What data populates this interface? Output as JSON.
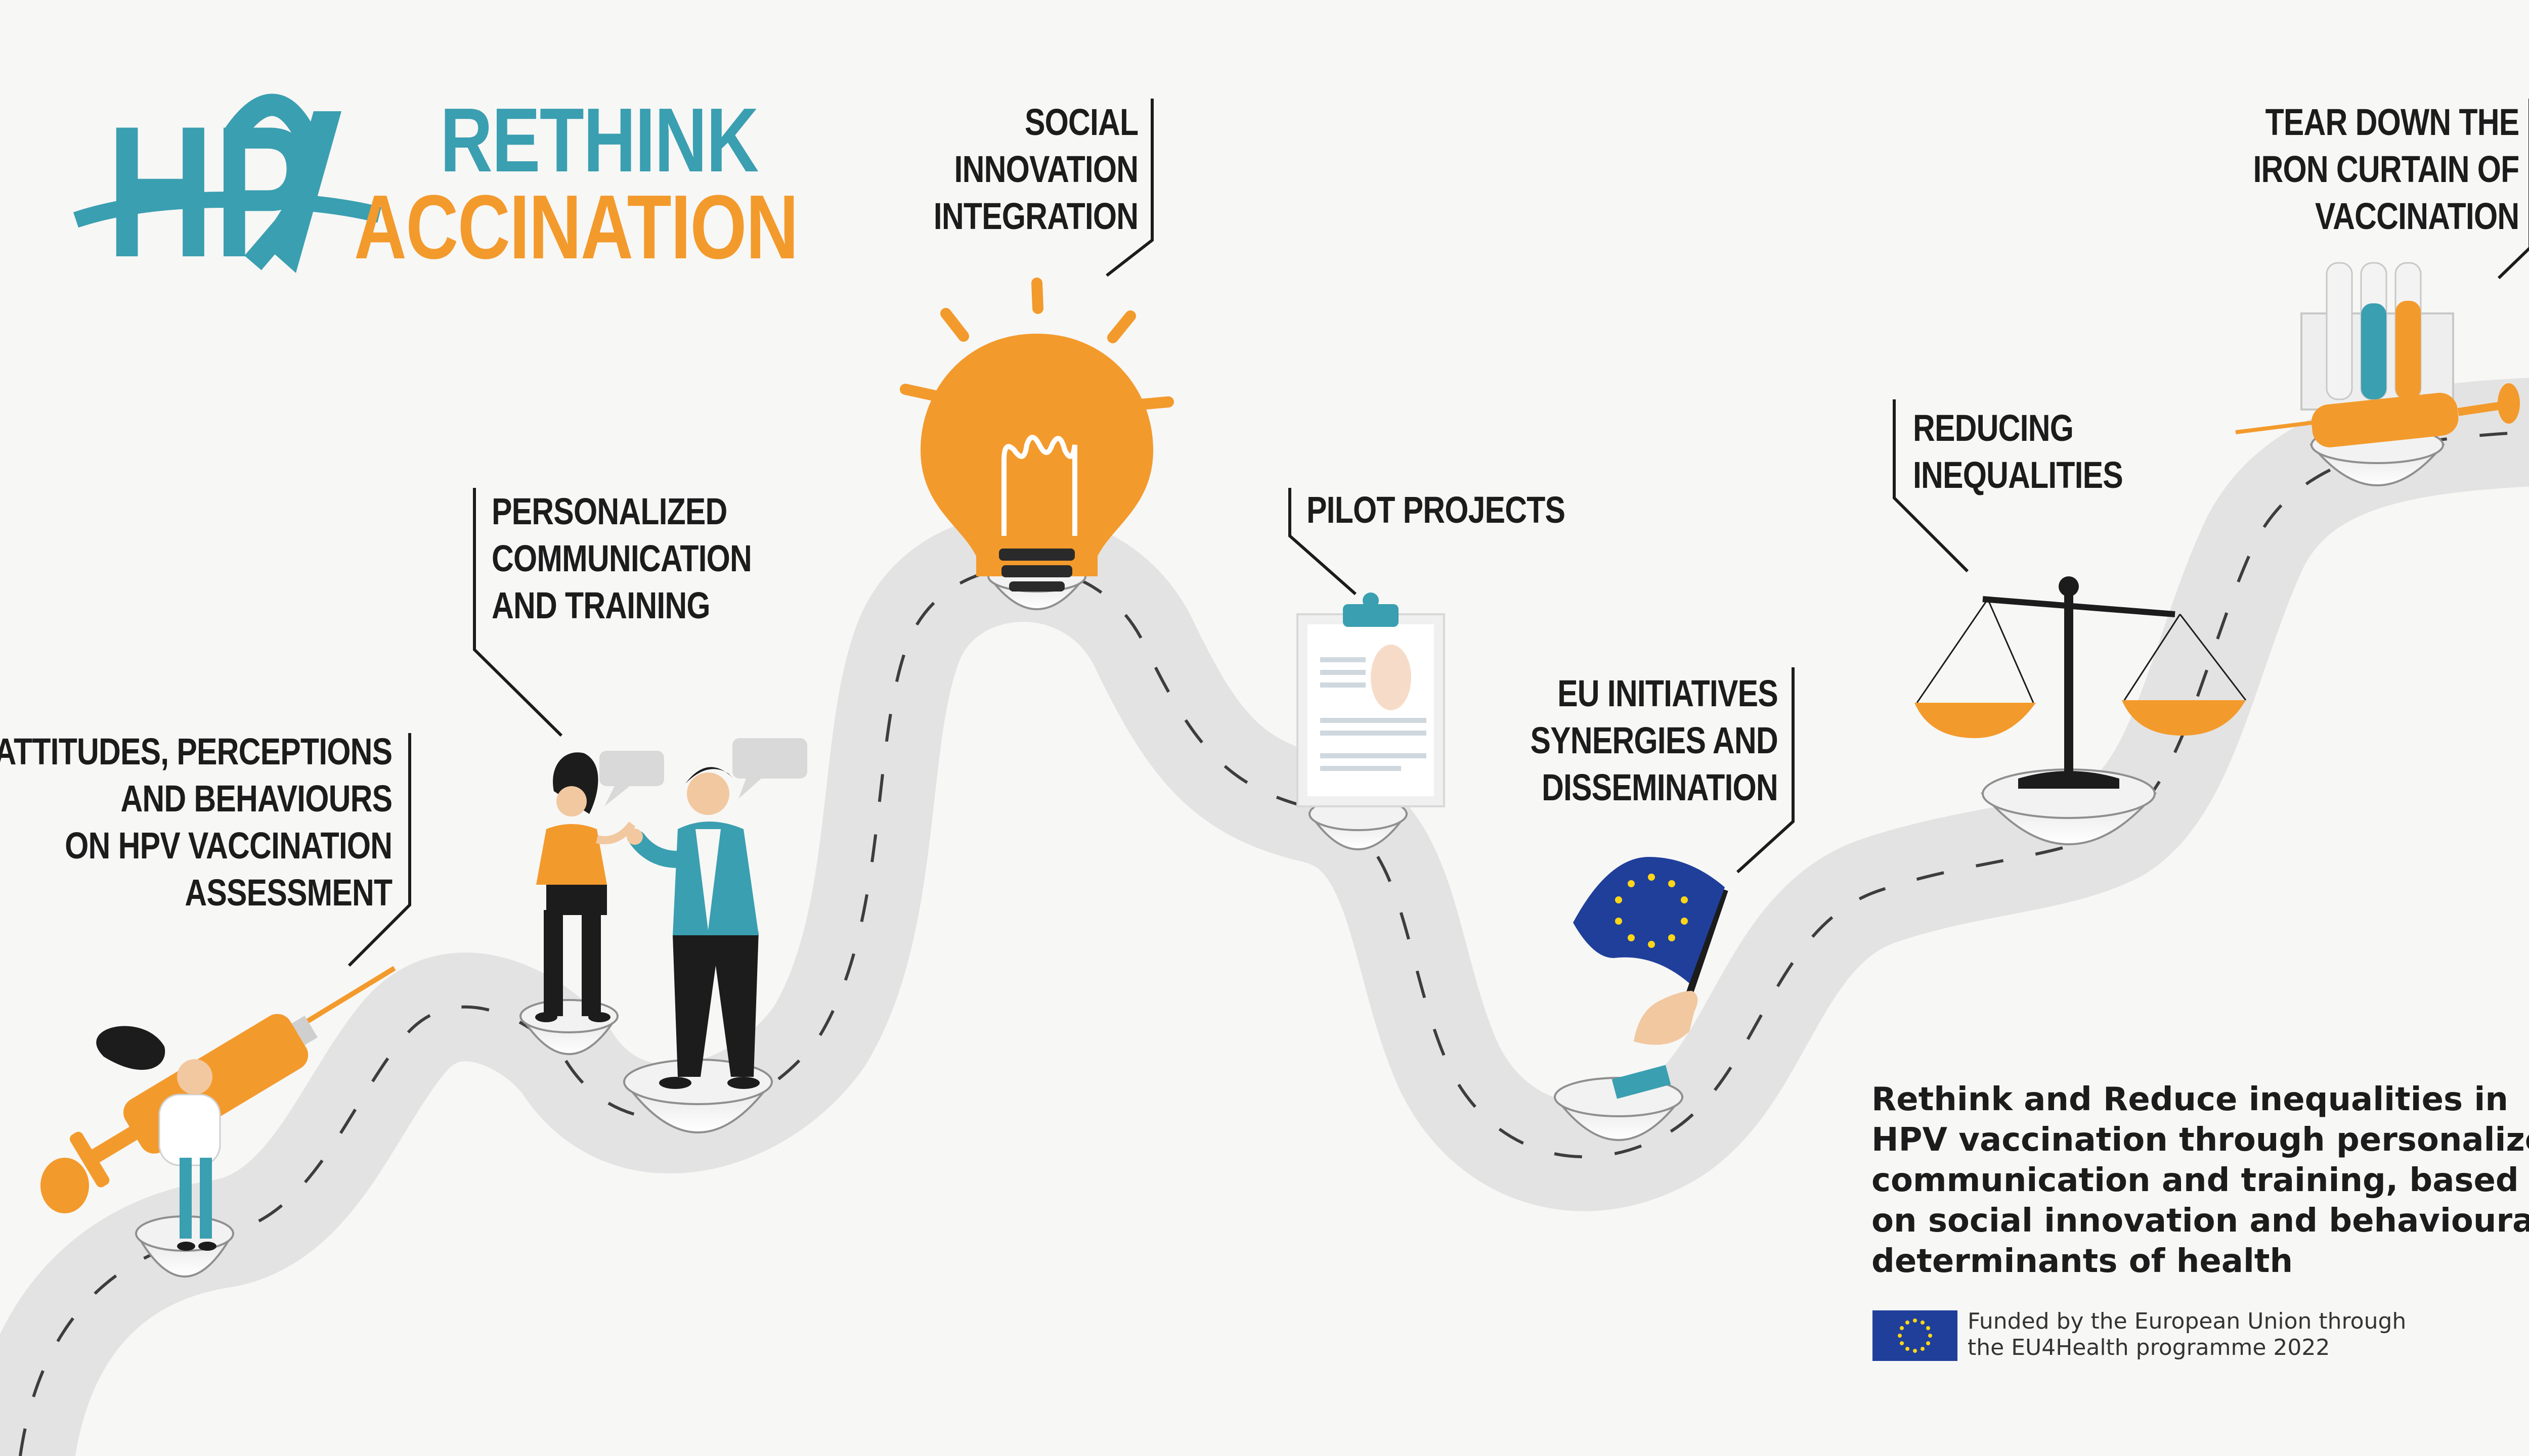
{
  "logo": {
    "letters_hp": "HP",
    "word_rethink": "RETHINK",
    "word_accination": "ACCINATION",
    "colors": {
      "teal": "#3a9fb0",
      "orange": "#f39a2c"
    }
  },
  "milestones": [
    {
      "id": "assessment",
      "lines": [
        "ATTITUDES, PERCEPTIONS",
        "AND BEHAVIOURS",
        "ON HPV VACCINATION",
        "ASSESSMENT"
      ]
    },
    {
      "id": "communication",
      "lines": [
        "PERSONALIZED",
        "COMMUNICATION",
        "AND TRAINING"
      ]
    },
    {
      "id": "innovation",
      "lines": [
        "SOCIAL",
        "INNOVATION",
        "INTEGRATION"
      ]
    },
    {
      "id": "pilot",
      "lines": [
        "PILOT PROJECTS"
      ]
    },
    {
      "id": "eu",
      "lines": [
        "EU INITIATIVES",
        "SYNERGIES AND",
        "DISSEMINATION"
      ]
    },
    {
      "id": "inequalities",
      "lines": [
        "REDUCING",
        "INEQUALITIES"
      ]
    },
    {
      "id": "curtain",
      "lines": [
        "TEAR DOWN THE",
        "IRON CURTAIN OF",
        "VACCINATION"
      ]
    }
  ],
  "summary": {
    "lines": [
      "Rethink and Reduce inequalities in",
      "HPV vaccination through personalized",
      "communication and training, based",
      "on social innovation and behavioural",
      "determinants of health"
    ]
  },
  "funding": {
    "lines": [
      "Funded by the European Union through",
      "the EU4Health programme 2022"
    ]
  },
  "colors": {
    "road": "#e3e3e3",
    "teal": "#3a9fb0",
    "orange": "#f39a2c",
    "eu_blue": "#1f3f9b",
    "eu_yellow": "#ffd617"
  },
  "icons": [
    "syringe-icon",
    "people-talking-icon",
    "lightbulb-icon",
    "clipboard-icon",
    "eu-flag-icon",
    "scales-icon",
    "test-tubes-icon"
  ]
}
